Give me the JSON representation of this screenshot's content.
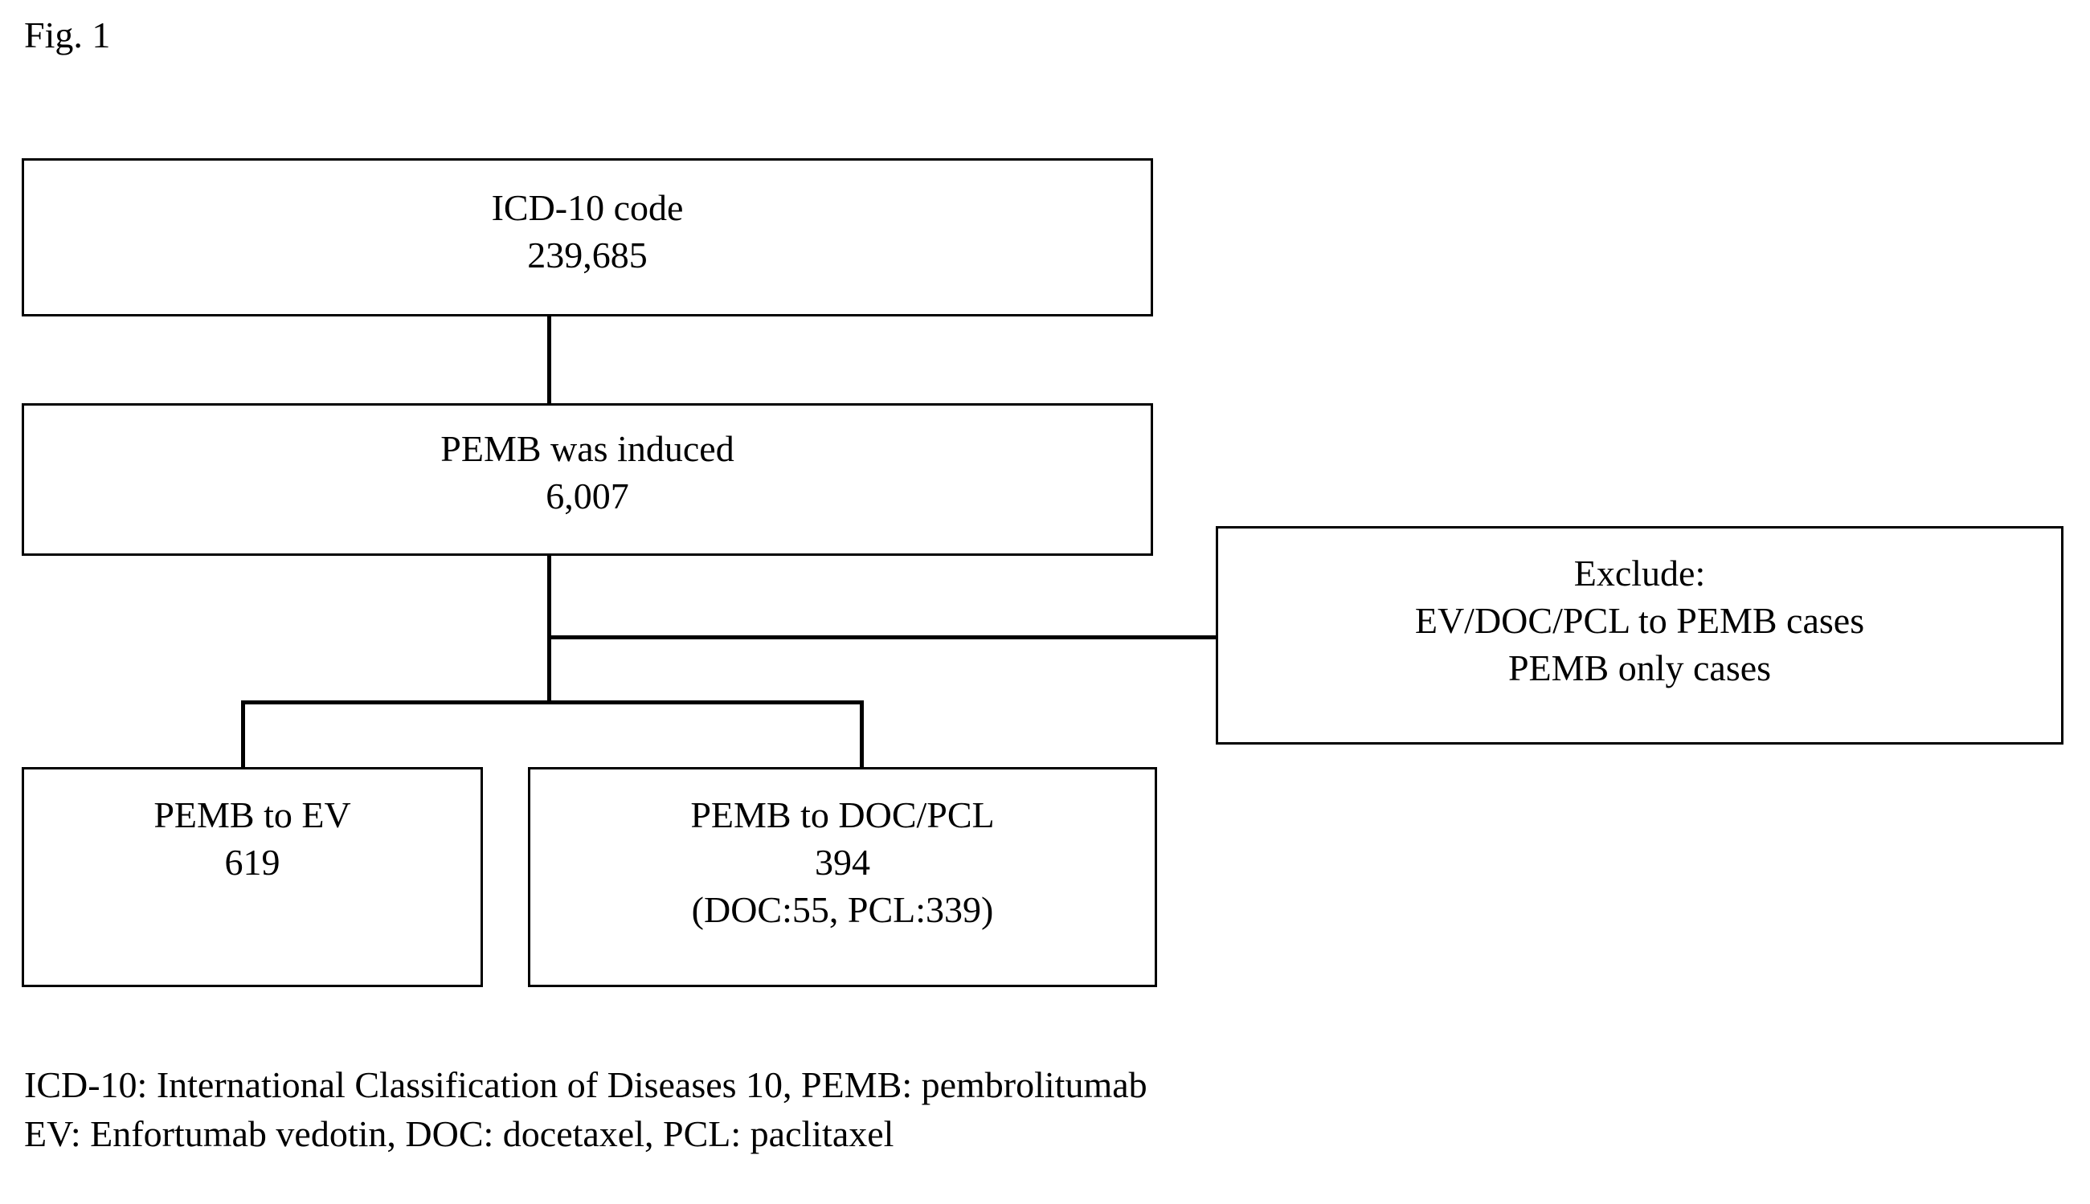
{
  "figure": {
    "label": "Fig. 1",
    "type": "flowchart",
    "description": "Patient selection flow diagram"
  },
  "boxes": {
    "icd10": {
      "lines": [
        "ICD-10 code",
        "239,685"
      ],
      "count": "239,685",
      "title": "ICD-10 code"
    },
    "pemb_induced": {
      "lines": [
        "PEMB was induced",
        "6,007"
      ],
      "count": "6,007",
      "title": "PEMB was induced"
    },
    "exclude": {
      "lines": [
        "Exclude:",
        "EV/DOC/PCL to PEMB cases",
        "PEMB only cases"
      ],
      "title": "Exclude:",
      "criteria": [
        "EV/DOC/PCL to PEMB cases",
        "PEMB only cases"
      ]
    },
    "pemb_to_ev": {
      "lines": [
        "PEMB to EV",
        "619"
      ],
      "count": "619",
      "title": "PEMB to EV"
    },
    "pemb_to_docpcl": {
      "lines": [
        "PEMB to DOC/PCL",
        "394",
        "(DOC:55, PCL:339)"
      ],
      "count": "394",
      "title": "PEMB to DOC/PCL",
      "breakdown": "(DOC:55, PCL:339)",
      "doc_count": "55",
      "pcl_count": "339"
    }
  },
  "footnotes": [
    "ICD-10: International Classification of Diseases 10, PEMB: pembrolitumab",
    "EV: Enfortumab vedotin, DOC: docetaxel, PCL: paclitaxel"
  ],
  "colors": {
    "line": "#000000",
    "text": "#000000",
    "background": "#ffffff"
  }
}
